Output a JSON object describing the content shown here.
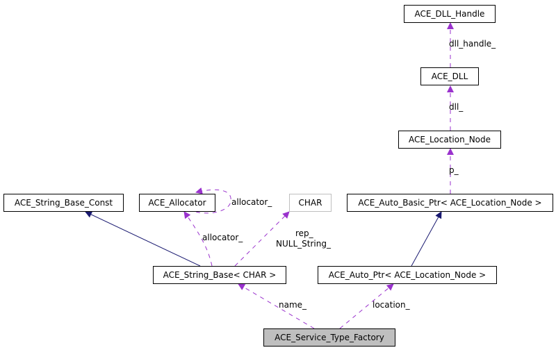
{
  "nodes": {
    "dll_handle": "ACE_DLL_Handle",
    "dll": "ACE_DLL",
    "location_node": "ACE_Location_Node",
    "auto_basic_ptr": "ACE_Auto_Basic_Ptr< ACE_Location_Node >",
    "auto_ptr": "ACE_Auto_Ptr< ACE_Location_Node >",
    "string_base_const": "ACE_String_Base_Const",
    "allocator": "ACE_Allocator",
    "char": "CHAR",
    "string_base": "ACE_String_Base< CHAR >",
    "service_type_factory": "ACE_Service_Type_Factory"
  },
  "edge_labels": {
    "dll_handle": "dll_handle_",
    "dll": "dll_",
    "p": "p_",
    "allocator_self": "allocator_",
    "allocator": "allocator_",
    "rep": "rep_",
    "null_string": "NULL_String_",
    "name": "name_",
    "location": "location_"
  },
  "colors": {
    "inheritance": "#191970",
    "usage": "#9a32cd",
    "focus_fill": "#bfbfbf"
  }
}
